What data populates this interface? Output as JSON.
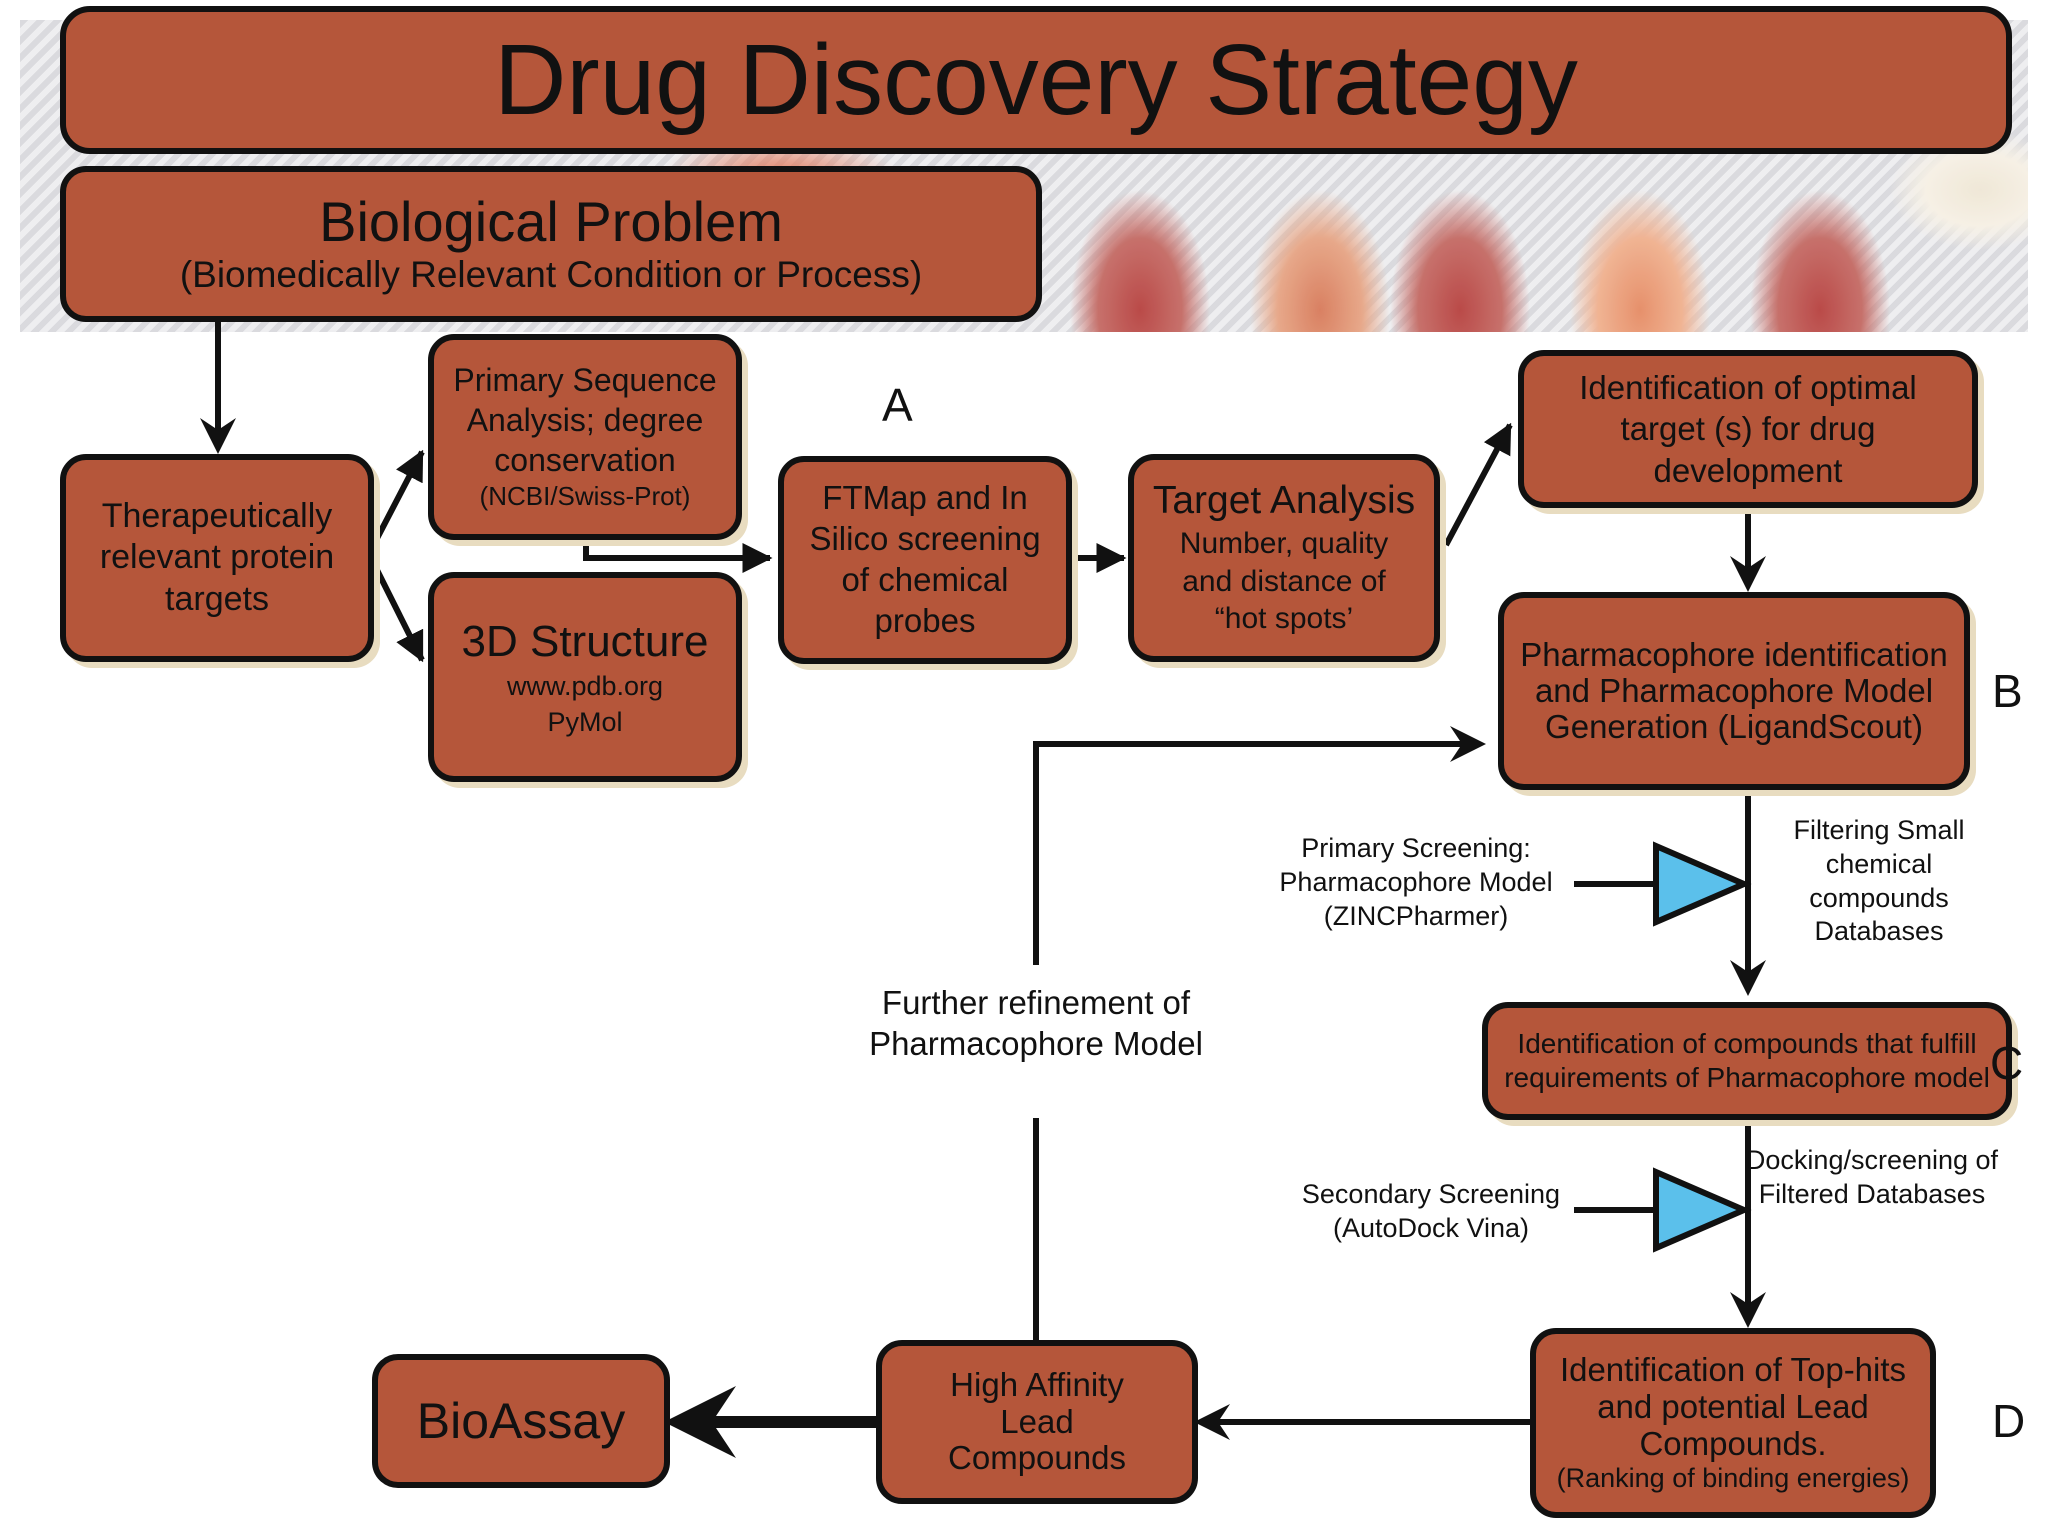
{
  "title": "Drug Discovery Strategy",
  "problem": {
    "title": "Biological Problem",
    "subtitle": "(Biomedically Relevant Condition or Process)"
  },
  "targets": "Therapeutically relevant protein targets",
  "sequence": {
    "main": "Primary Sequence Analysis; degree conservation",
    "sub": "(NCBI/Swiss-Prot)"
  },
  "structure": {
    "main": "3D Structure",
    "sub1": "www.pdb.org",
    "sub2": "PyMol"
  },
  "ftmap": "FTMap and In Silico screening of chemical probes",
  "target_analysis": {
    "main": "Target Analysis",
    "sub": "Number, quality and distance of “hot spots’"
  },
  "optimal_target": "Identification of optimal target (s) for drug development",
  "pharmacophore": "Pharmacophore identification and Pharmacophore Model Generation (LigandScout)",
  "primary_screening": "Primary Screening: Pharmacophore Model (ZINCPharmer)",
  "filtering": "Filtering Small chemical compounds Databases",
  "compounds_fulfill": "Identification of compounds that fulfill requirements of Pharmacophore model",
  "secondary_screening": "Secondary Screening (AutoDock Vina)",
  "docking": "Docking/screening of Filtered Databases",
  "tophits": {
    "main": "Identification of Top-hits and potential Lead Compounds.",
    "sub": "(Ranking of binding energies)"
  },
  "high_affinity": "High Affinity Lead Compounds",
  "bioassay": "BioAssay",
  "refinement": "Further refinement of Pharmacophore Model",
  "letters": {
    "a": "A",
    "b": "B",
    "c": "C",
    "d": "D"
  },
  "colors": {
    "box_fill": "#b5563a",
    "outline": "#111111",
    "shadow": "#e8dcc0",
    "triangle": "#5bc0eb"
  }
}
